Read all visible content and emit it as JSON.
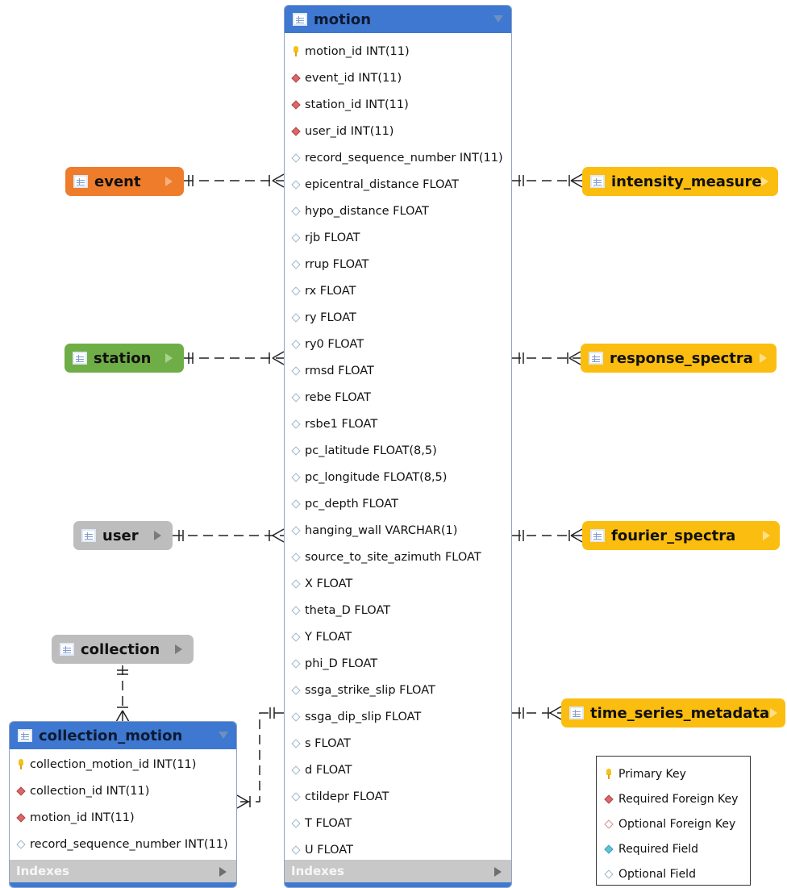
{
  "colors": {
    "header_blue": "#3e78d0",
    "event": "#ee7c2b",
    "station": "#6fad47",
    "user": "#bdbdbd",
    "collection": "#bdbdbd",
    "yellow": "#fbbd0f"
  },
  "motion": {
    "title": "motion",
    "fields": [
      {
        "label": "motion_id INT(11)",
        "icon": "primary-key-icon"
      },
      {
        "label": "event_id INT(11)",
        "icon": "required-foreign-key-icon"
      },
      {
        "label": "station_id INT(11)",
        "icon": "required-foreign-key-icon"
      },
      {
        "label": "user_id INT(11)",
        "icon": "required-foreign-key-icon"
      },
      {
        "label": "record_sequence_number INT(11)",
        "icon": "optional-field-icon"
      },
      {
        "label": "epicentral_distance FLOAT",
        "icon": "optional-field-icon"
      },
      {
        "label": "hypo_distance FLOAT",
        "icon": "optional-field-icon"
      },
      {
        "label": "rjb FLOAT",
        "icon": "optional-field-icon"
      },
      {
        "label": "rrup FLOAT",
        "icon": "optional-field-icon"
      },
      {
        "label": "rx FLOAT",
        "icon": "optional-field-icon"
      },
      {
        "label": "ry FLOAT",
        "icon": "optional-field-icon"
      },
      {
        "label": "ry0 FLOAT",
        "icon": "optional-field-icon"
      },
      {
        "label": "rmsd FLOAT",
        "icon": "optional-field-icon"
      },
      {
        "label": "rebe FLOAT",
        "icon": "optional-field-icon"
      },
      {
        "label": "rsbe1 FLOAT",
        "icon": "optional-field-icon"
      },
      {
        "label": "pc_latitude FLOAT(8,5)",
        "icon": "optional-field-icon"
      },
      {
        "label": "pc_longitude FLOAT(8,5)",
        "icon": "optional-field-icon"
      },
      {
        "label": "pc_depth FLOAT",
        "icon": "optional-field-icon"
      },
      {
        "label": "hanging_wall VARCHAR(1)",
        "icon": "optional-field-icon"
      },
      {
        "label": "source_to_site_azimuth FLOAT",
        "icon": "optional-field-icon"
      },
      {
        "label": "X FLOAT",
        "icon": "optional-field-icon"
      },
      {
        "label": "theta_D FLOAT",
        "icon": "optional-field-icon"
      },
      {
        "label": "Y FLOAT",
        "icon": "optional-field-icon"
      },
      {
        "label": "phi_D FLOAT",
        "icon": "optional-field-icon"
      },
      {
        "label": "ssga_strike_slip FLOAT",
        "icon": "optional-field-icon"
      },
      {
        "label": "ssga_dip_slip FLOAT",
        "icon": "optional-field-icon"
      },
      {
        "label": "s FLOAT",
        "icon": "optional-field-icon"
      },
      {
        "label": "d FLOAT",
        "icon": "optional-field-icon"
      },
      {
        "label": "ctildepr FLOAT",
        "icon": "optional-field-icon"
      },
      {
        "label": "T FLOAT",
        "icon": "optional-field-icon"
      },
      {
        "label": "U FLOAT",
        "icon": "optional-field-icon"
      }
    ],
    "indexes": "Indexes"
  },
  "collection_motion": {
    "title": "collection_motion",
    "fields": [
      {
        "label": "collection_motion_id INT(11)",
        "icon": "primary-key-icon"
      },
      {
        "label": "collection_id INT(11)",
        "icon": "required-foreign-key-icon"
      },
      {
        "label": "motion_id INT(11)",
        "icon": "required-foreign-key-icon"
      },
      {
        "label": "record_sequence_number INT(11)",
        "icon": "optional-field-icon"
      }
    ],
    "indexes": "Indexes"
  },
  "tables": {
    "event": "event",
    "station": "station",
    "user": "user",
    "collection": "collection",
    "intensity_measure": "intensity_measure",
    "response_spectra": "response_spectra",
    "fourier_spectra": "fourier_spectra",
    "time_series_metadata": "time_series_metadata"
  },
  "legend": [
    {
      "label": "Primary Key",
      "icon": "primary-key-icon"
    },
    {
      "label": "Required Foreign Key",
      "icon": "required-foreign-key-icon"
    },
    {
      "label": "Optional Foreign Key",
      "icon": "optional-foreign-key-icon"
    },
    {
      "label": "Required Field",
      "icon": "required-field-icon"
    },
    {
      "label": "Optional Field",
      "icon": "optional-field-icon"
    }
  ]
}
